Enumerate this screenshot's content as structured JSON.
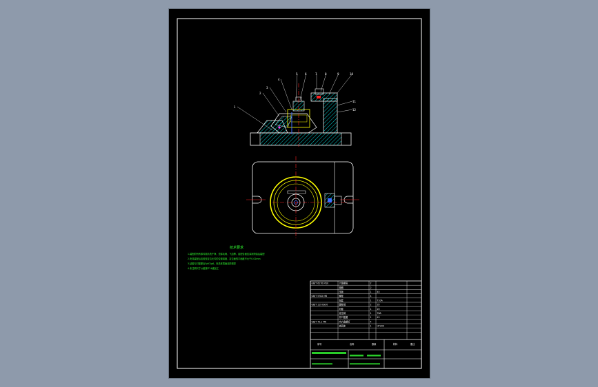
{
  "drawing": {
    "part_labels": [
      "1",
      "2",
      "3",
      "4",
      "5",
      "6",
      "7",
      "8",
      "9",
      "10",
      "11",
      "12"
    ],
    "tech_req": {
      "title": "技术要求",
      "lines": [
        "1.装配前所有零件需清洗干净，去除毛刺，飞边等，各配合面应涂润滑油后装配",
        "2.夹具装配后应检查定位元件的位置精度，定位面的平面度不大于0.02mm",
        "3.钻套与衬套配合为H7/g6，夹具体表面涂防锈漆",
        "4.未注明尺寸公差按IT14级加工"
      ]
    },
    "title_block": {
      "header": [
        "序号",
        "名称",
        "数量",
        "材料",
        "备注"
      ],
      "rows": [
        [
          "GB/T 6170 M10",
          "六角螺母",
          "2",
          "",
          ""
        ],
        [
          "",
          "垫圈",
          "2",
          "",
          ""
        ],
        [
          "",
          "压板",
          "1",
          "45",
          ""
        ],
        [
          "GB/T 5782 M8",
          "螺栓",
          "4",
          "",
          ""
        ],
        [
          "",
          "钻套",
          "1",
          "T10A",
          ""
        ],
        [
          "GB/T 119 8x30",
          "圆柱销",
          "2",
          "35",
          ""
        ],
        [
          "",
          "衬套",
          "1",
          "20",
          ""
        ],
        [
          "",
          "定位销",
          "1",
          "T8A",
          ""
        ],
        [
          "",
          "开口垫圈",
          "1",
          "45",
          ""
        ],
        [
          "GB/T 70.1 M6",
          "内六角螺钉",
          "4",
          "",
          ""
        ],
        [
          "",
          "夹具体",
          "1",
          "HT200",
          ""
        ]
      ]
    }
  },
  "colors": {
    "background": "#8e9aab",
    "sheet": "#000000",
    "line_white": "#ffffff",
    "hatch_cyan": "#00ffff",
    "red": "#ff2020",
    "yellow": "#ffff00",
    "green": "#33ff33",
    "blue": "#3c6cff",
    "magenta": "#ff44ff"
  }
}
